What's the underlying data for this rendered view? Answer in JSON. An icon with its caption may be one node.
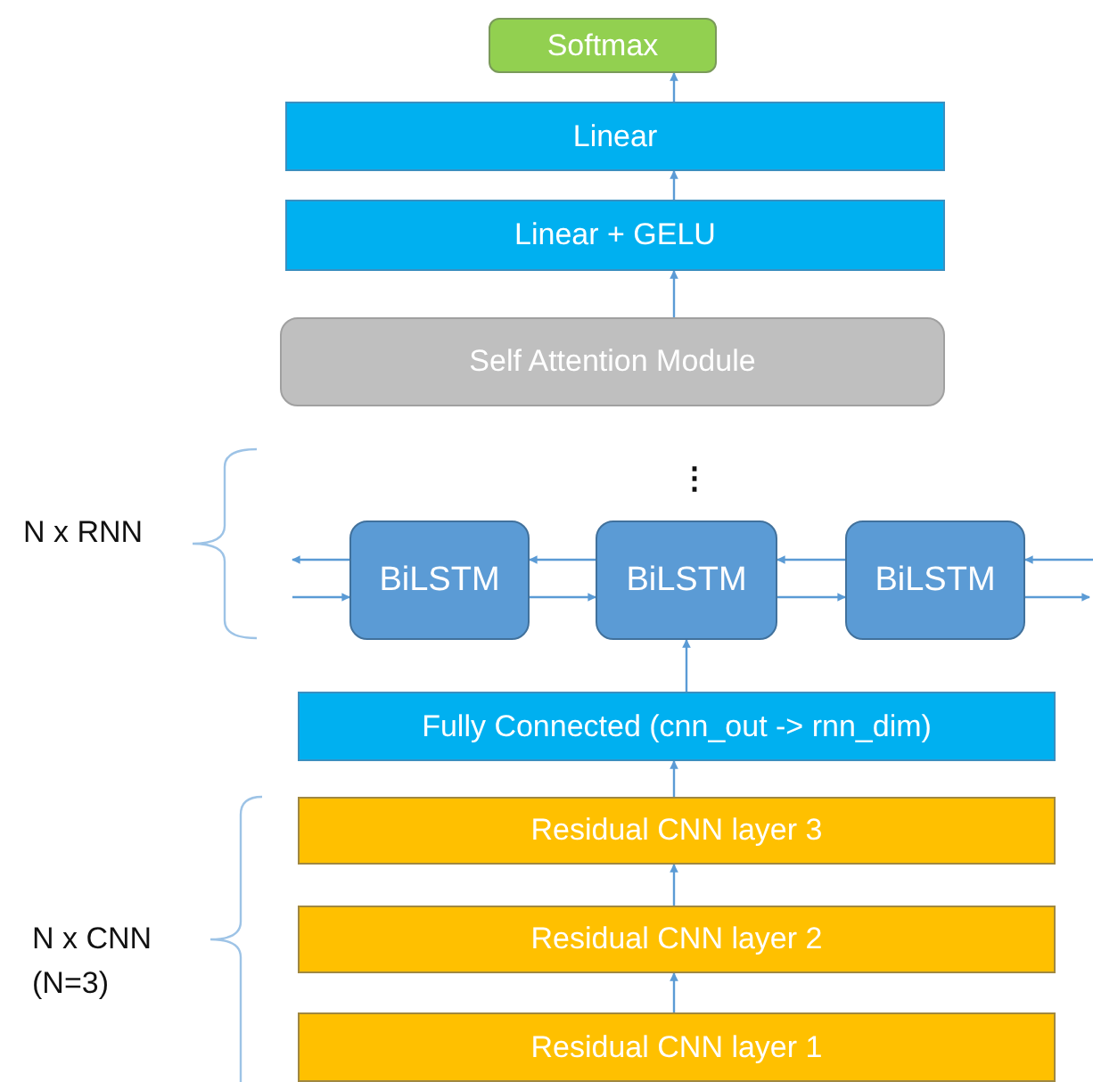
{
  "diagram": {
    "nodes": [
      {
        "text": [
          "Softmax"
        ]
      },
      {
        "text": [
          "Linear"
        ]
      },
      {
        "text": [
          "Linear + GELU"
        ]
      },
      {
        "text": [
          "Self Attention Module"
        ]
      },
      {
        "text": [
          "BiLSTM"
        ]
      },
      {
        "text": [
          "BiLSTM"
        ]
      },
      {
        "text": [
          "BiLSTM"
        ]
      },
      {
        "text": [
          "Fully Connected (cnn_out -> rnn_dim)"
        ]
      },
      {
        "text": [
          "Residual CNN layer 3"
        ]
      },
      {
        "text": [
          "Residual CNN layer 2"
        ]
      },
      {
        "text": [
          "Residual CNN layer 1"
        ]
      }
    ],
    "edges": [
      {
        "from": 10,
        "to": 9,
        "arrow": "to"
      },
      {
        "from": 9,
        "to": 8,
        "arrow": "to"
      },
      {
        "from": 8,
        "to": 7,
        "arrow": "to"
      },
      {
        "from": 7,
        "to": 5,
        "arrow": "to"
      },
      {
        "from": 3,
        "to": 2,
        "arrow": "to"
      },
      {
        "from": 2,
        "to": 1,
        "arrow": "to"
      },
      {
        "from": 1,
        "to": 0,
        "arrow": "to"
      },
      {
        "from": null,
        "to": 6,
        "arrow": "to"
      },
      {
        "from": 6,
        "to": 5,
        "arrow": "to"
      },
      {
        "from": 5,
        "to": 4,
        "arrow": "to"
      },
      {
        "from": 4,
        "to": null,
        "arrow": "to"
      },
      {
        "from": null,
        "to": 4,
        "arrow": "to"
      },
      {
        "from": 4,
        "to": 5,
        "arrow": "to"
      },
      {
        "from": 5,
        "to": 6,
        "arrow": "to"
      },
      {
        "from": 6,
        "to": null,
        "arrow": "to"
      }
    ],
    "labels": [
      "⋮",
      "N x RNN",
      "N x CNN (N=3)"
    ]
  }
}
